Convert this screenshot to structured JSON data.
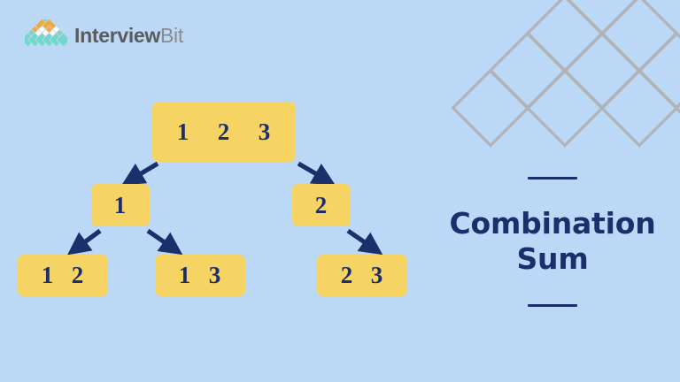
{
  "colors": {
    "background": "#bcd8f7",
    "node_fill": "#f5d464",
    "navy": "#1b2f6b",
    "lattice_stroke": "#b0b4b8",
    "logo_teal": "#6fd8d2",
    "logo_orange": "#f2a83c",
    "logo_white": "#ffffff",
    "logo_text_dark": "#5b5b5b",
    "logo_text_light": "#8b8b8b"
  },
  "logo": {
    "mark_name": "interviewbit-diamond-logo",
    "word_primary": "Interview",
    "word_secondary": "Bit"
  },
  "title": {
    "line1": "Combination",
    "line2": "Sum",
    "rule_above": true,
    "rule_below": true
  },
  "decor": {
    "name": "diamond-lattice-pattern",
    "rows": 4
  },
  "tree": {
    "nodes": [
      {
        "id": "root",
        "values": [
          "1",
          "2",
          "3"
        ],
        "level": 0
      },
      {
        "id": "l1",
        "values": [
          "1"
        ],
        "level": 1
      },
      {
        "id": "r1",
        "values": [
          "2"
        ],
        "level": 1
      },
      {
        "id": "l2a",
        "values": [
          "1",
          "2"
        ],
        "level": 2
      },
      {
        "id": "l2b",
        "values": [
          "1",
          "3"
        ],
        "level": 2
      },
      {
        "id": "r2a",
        "values": [
          "2",
          "3"
        ],
        "level": 2
      }
    ],
    "edges": [
      {
        "from": "root",
        "to": "l1",
        "direction": "down-left"
      },
      {
        "from": "root",
        "to": "r1",
        "direction": "down-right"
      },
      {
        "from": "l1",
        "to": "l2a",
        "direction": "down-left"
      },
      {
        "from": "l1",
        "to": "l2b",
        "direction": "down-right"
      },
      {
        "from": "r1",
        "to": "r2a",
        "direction": "down-right"
      }
    ]
  }
}
